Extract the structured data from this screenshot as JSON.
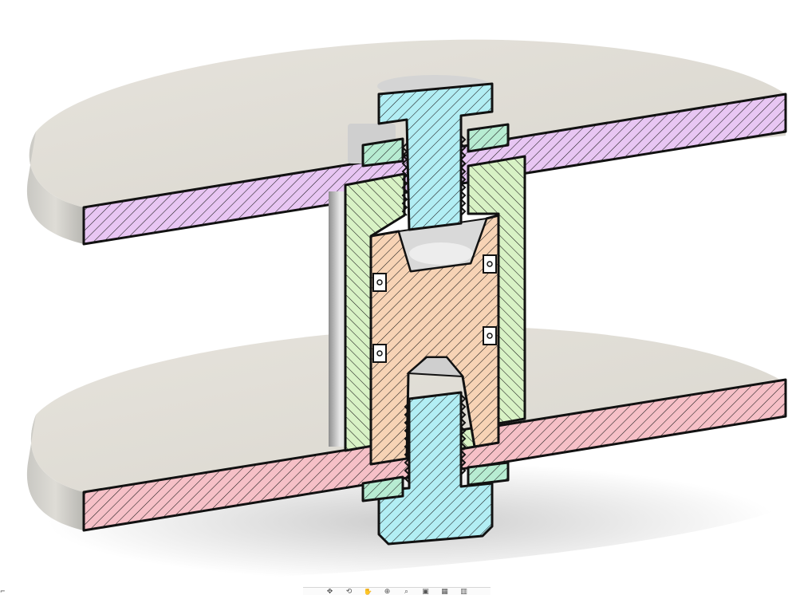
{
  "viewport": {
    "background": "#ffffff",
    "shadow_color": "#cfcfcf"
  },
  "model": {
    "surface_color": "#e3e0d8",
    "surface_shade": "#b9b7b0",
    "parts": [
      {
        "name": "upper-plate",
        "section_color": "#e8c6f3"
      },
      {
        "name": "lower-plate",
        "section_color": "#f6c0c7"
      },
      {
        "name": "spacer-sleeve",
        "section_color": "#d8f2c5"
      },
      {
        "name": "center-insert",
        "section_color": "#f7d3b5"
      },
      {
        "name": "upper-bolt",
        "section_color": "#b2eef4"
      },
      {
        "name": "lower-bolt",
        "section_color": "#b2eef4"
      },
      {
        "name": "washers",
        "section_color": "#b7ecd2"
      },
      {
        "name": "o-rings",
        "section_color": "#ffffff"
      }
    ],
    "hatch_color": "#1a1a1a"
  },
  "toolbar": {
    "icons": [
      "orbit-icon",
      "look-at-icon",
      "pan-icon",
      "zoom-icon",
      "fit-icon",
      "display-mode-icon",
      "grid-icon",
      "viewports-icon"
    ],
    "glyphs": [
      "✥",
      "⟲",
      "✋",
      "⊕",
      "⌕",
      "▣",
      "▦",
      "▥"
    ]
  },
  "corner": {
    "glyph": "⌐"
  }
}
